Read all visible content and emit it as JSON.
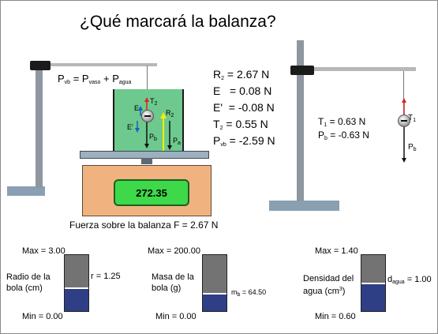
{
  "title": "¿Qué marcará la balanza?",
  "equation": {
    "lhs": "P",
    "lhs_sub": "vb",
    "p1": "P",
    "p1_sub": "vaso",
    "p2": "P",
    "p2_sub": "agua"
  },
  "left_values": [
    {
      "label": "R",
      "sub": "2",
      "value": "2.67 N"
    },
    {
      "label": "E",
      "sub": "",
      "value": "0.08 N"
    },
    {
      "label": "E'",
      "sub": "",
      "value": "-0.08 N"
    },
    {
      "label": "T",
      "sub": "2",
      "value": "0.55 N"
    },
    {
      "label": "P",
      "sub": "vb",
      "value": "-2.59 N"
    }
  ],
  "right_values": [
    {
      "label": "T",
      "sub": "1",
      "value": "0.63 N"
    },
    {
      "label": "P",
      "sub": "b",
      "value": "-0.63 N"
    }
  ],
  "scale_display": "272.35",
  "force_text": "Fuerza sobre la balanza  F = 2.67 N",
  "diagram_labels": {
    "T2": "T",
    "T2_sub": "2",
    "E": "E",
    "Eprime": "E'",
    "R2": "R",
    "R2_sub": "2",
    "Pb": "P",
    "Pb_sub": "b",
    "Pa": "P",
    "Pa_sub": "a",
    "T1": "T",
    "T1_sub": "1",
    "Pb_right": "P",
    "Pb_right_sub": "b"
  },
  "sliders": [
    {
      "name": "radius",
      "max": "Max = 3.00",
      "min": "Min = 0.00",
      "label1": "Radio de la",
      "label2": "bola (cm)",
      "value_label": "r = 1.25",
      "level": 0.42
    },
    {
      "name": "mass",
      "max": "Max = 200.00",
      "min": "Min = 0.00",
      "label1": "Masa de la",
      "label2": "bola (g)",
      "value_label": "m",
      "value_sub": "b",
      "value_rest": " = 64.50",
      "level": 0.32
    },
    {
      "name": "density",
      "max": "Max = 1.40",
      "min": "Min = 0.60",
      "label1": "Densidad del",
      "label2": "agua (cm",
      "label2_sup": "3",
      "label2_end": ")",
      "value_label": "d",
      "value_sub": "agua",
      "value_rest": " = 1.00",
      "level": 0.5
    }
  ],
  "colors": {
    "water": "#6dc98d",
    "scale": "#f0b37f",
    "display": "#3dd94a",
    "slider_fill": "#2f3f85",
    "slider_empty": "#737373"
  }
}
